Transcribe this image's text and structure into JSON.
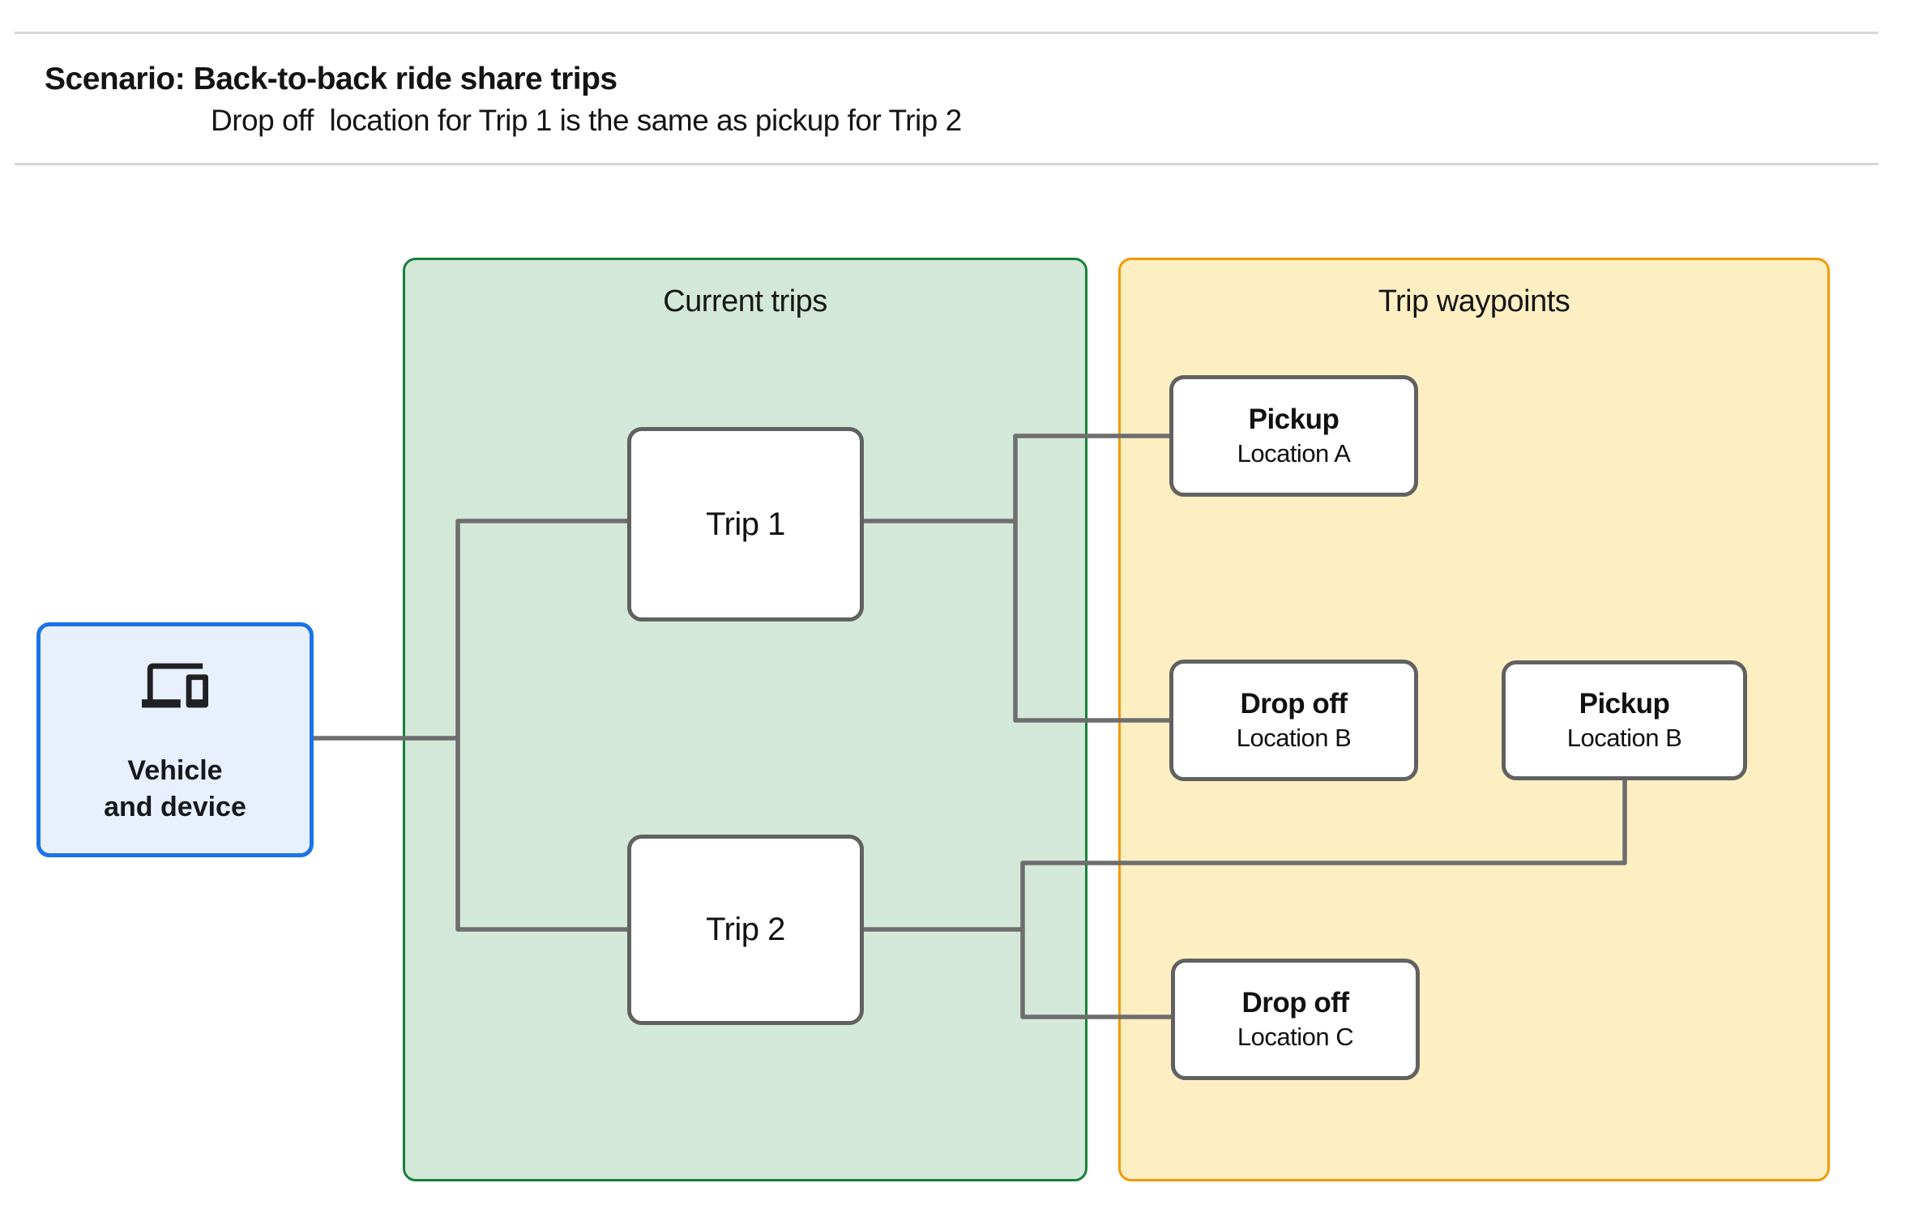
{
  "header": {
    "title": "Scenario: Back-to-back ride share trips",
    "subtitle": "Drop off  location for Trip 1 is the same as pickup for Trip 2"
  },
  "vehicle_node": {
    "icon": "devices-icon",
    "line1": "Vehicle",
    "line2": "and device"
  },
  "panels": {
    "current_trips": {
      "title": "Current trips",
      "nodes": {
        "trip1": {
          "label": "Trip 1"
        },
        "trip2": {
          "label": "Trip 2"
        }
      }
    },
    "trip_waypoints": {
      "title": "Trip waypoints",
      "nodes": {
        "pickup_a": {
          "title": "Pickup",
          "subtitle": "Location A"
        },
        "dropoff_b": {
          "title": "Drop off",
          "subtitle": "Location B"
        },
        "pickup_b": {
          "title": "Pickup",
          "subtitle": "Location B"
        },
        "dropoff_c": {
          "title": "Drop off",
          "subtitle": "Location C"
        }
      }
    }
  },
  "colors": {
    "vehicle_border": "#1a73e8",
    "vehicle_fill": "#e8f0fe",
    "current_trips_border": "#188038",
    "current_trips_fill": "#d4e8d9",
    "trip_waypoints_border": "#f29900",
    "trip_waypoints_fill": "#feefc3",
    "connector": "#6e6e6e",
    "node_border": "#616161",
    "text": "#141414"
  }
}
